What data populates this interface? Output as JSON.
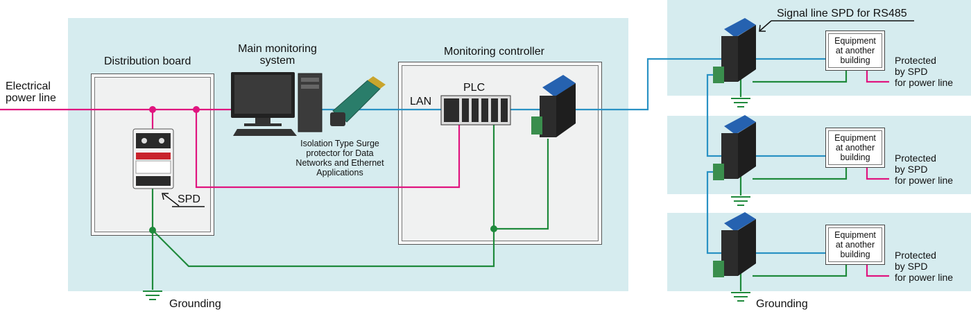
{
  "labels": {
    "electrical_line1": "Electrical",
    "electrical_line2": "power line",
    "distribution_board": "Distribution board",
    "main_monitoring_1": "Main monitoring",
    "main_monitoring_2": "system",
    "monitoring_controller": "Monitoring controller",
    "lan": "LAN",
    "plc": "PLC",
    "isolation_1": "Isolation Type Surge",
    "isolation_2": "protector for Data",
    "isolation_3": "Networks and Ethernet",
    "isolation_4": "Applications",
    "spd": "SPD",
    "grounding_left": "Grounding",
    "grounding_right": "Grounding",
    "signal_line_spd": "Signal line SPD for RS485"
  },
  "remote_units": [
    {
      "equip_1": "Equipment",
      "equip_2": "at another",
      "equip_3": "building",
      "prot_1": "Protected",
      "prot_2": "by SPD",
      "prot_3": "for power line"
    },
    {
      "equip_1": "Equipment",
      "equip_2": "at another",
      "equip_3": "building",
      "prot_1": "Protected",
      "prot_2": "by SPD",
      "prot_3": "for power line"
    },
    {
      "equip_1": "Equipment",
      "equip_2": "at another",
      "equip_3": "building",
      "prot_1": "Protected",
      "prot_2": "by SPD",
      "prot_3": "for power line"
    }
  ],
  "colors": {
    "power_line": "#e0157f",
    "ground_line": "#1f8a3c",
    "signal_line": "#2a92c4",
    "panel_bg": "#d6ecef"
  }
}
